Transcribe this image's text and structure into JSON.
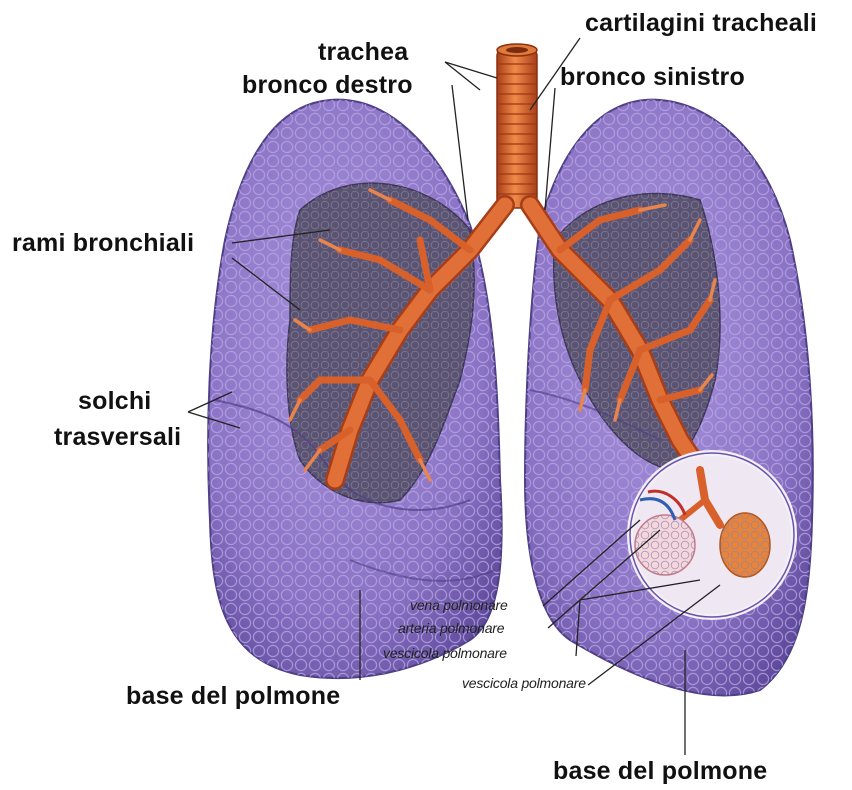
{
  "labels": {
    "trachea": "trachea",
    "bronco_destro": "bronco destro",
    "cartilagini_tracheali": "cartilagini tracheali",
    "bronco_sinistro": "bronco sinistro",
    "rami_bronchiali": "rami bronchiali",
    "solchi": "solchi",
    "trasversali": "trasversali",
    "vena_polmonare": "vena polmonare",
    "arteria_polmonare": "arteria polmonare",
    "vescicola_polmonare_1": "vescicola polmonare",
    "vescicola_polmonare_2": "vescicola polmonare",
    "base_del_polmone_left": "base del polmone",
    "base_del_polmone_right": "base del polmone"
  },
  "colors": {
    "lung": "#8f78c8",
    "lung_shadow": "#6a55a8",
    "lung_inner": "#5d5470",
    "bronchi": "#d8602a",
    "bronchi_dark": "#a83e18",
    "leader": "#222222"
  }
}
